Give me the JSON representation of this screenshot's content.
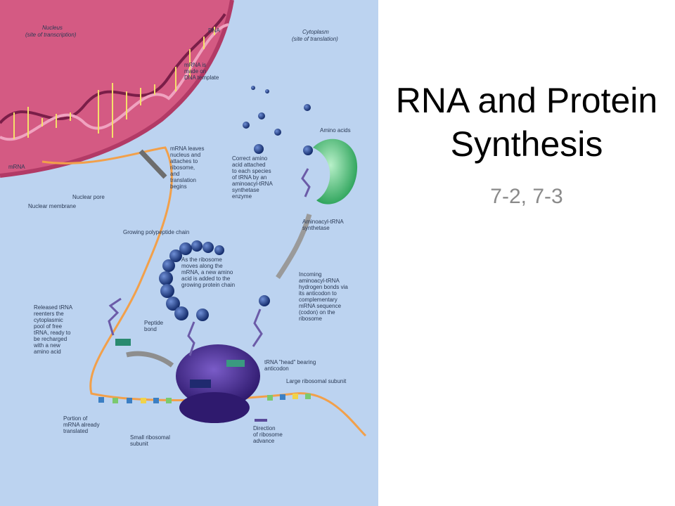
{
  "slide": {
    "title_line1": "RNA and Protein",
    "title_line2": "Synthesis",
    "subtitle": "7-2, 7-3"
  },
  "figure": {
    "nucleus_label": "Nucleus",
    "nucleus_sub": "(site of transcription)",
    "cytoplasm_label": "Cytoplasm",
    "cytoplasm_sub": "(site of translation)",
    "dna": "DNA",
    "mrna": "mRNA",
    "nuclear_pore": "Nuclear pore",
    "nuclear_membrane": "Nuclear membrane",
    "amino_acids": "Amino acids",
    "aminoacyl_trna_synthetase": [
      "Aminoacyl-tRNA",
      "synthetase"
    ],
    "growing_chain": "Growing polypeptide chain",
    "peptide_bond": [
      "Peptide",
      "bond"
    ],
    "trna_head": [
      "tRNA \"head\" bearing",
      "anticodon"
    ],
    "large_subunit": "Large ribosomal subunit",
    "small_subunit": [
      "Small ribosomal",
      "subunit"
    ],
    "portion_translated": [
      "Portion of",
      "mRNA already",
      "translated"
    ],
    "direction": [
      "Direction",
      "of ribosome",
      "advance"
    ],
    "step1": [
      "mRNA is",
      "made on",
      "DNA template"
    ],
    "step2": [
      "mRNA leaves",
      "nucleus and",
      "attaches to",
      "ribosome,",
      "and",
      "translation",
      "begins"
    ],
    "step3": [
      "Correct amino",
      "acid attached",
      "to each species",
      "of tRNA by an",
      "aminoacyl-tRNA",
      "synthetase",
      "enzyme"
    ],
    "step4": [
      "As the ribosome",
      "moves along the",
      "mRNA, a new amino",
      "acid is added to the",
      "growing protein chain"
    ],
    "step5": [
      "Incoming",
      "aminoacyl-tRNA",
      "hydrogen bonds via",
      "its anticodon to",
      "complementary",
      "mRNA sequence",
      "(codon) on the",
      "ribosome"
    ],
    "step6": [
      "Released tRNA",
      "reenters the",
      "cytoplasmic",
      "pool of free",
      "tRNA, ready to",
      "be recharged",
      "with a new",
      "amino acid"
    ]
  },
  "colors": {
    "background": "#ffffff",
    "cytoplasm": "#bcd3f0",
    "nucleus": "#d45a83",
    "ribosome": "#4a2a8f",
    "synthetase": "#2fbf6a",
    "amino_acid": "#1f3f88",
    "mrna_strand": "#f2a04a",
    "title": "#000000",
    "subtitle": "#8a8a8a"
  }
}
